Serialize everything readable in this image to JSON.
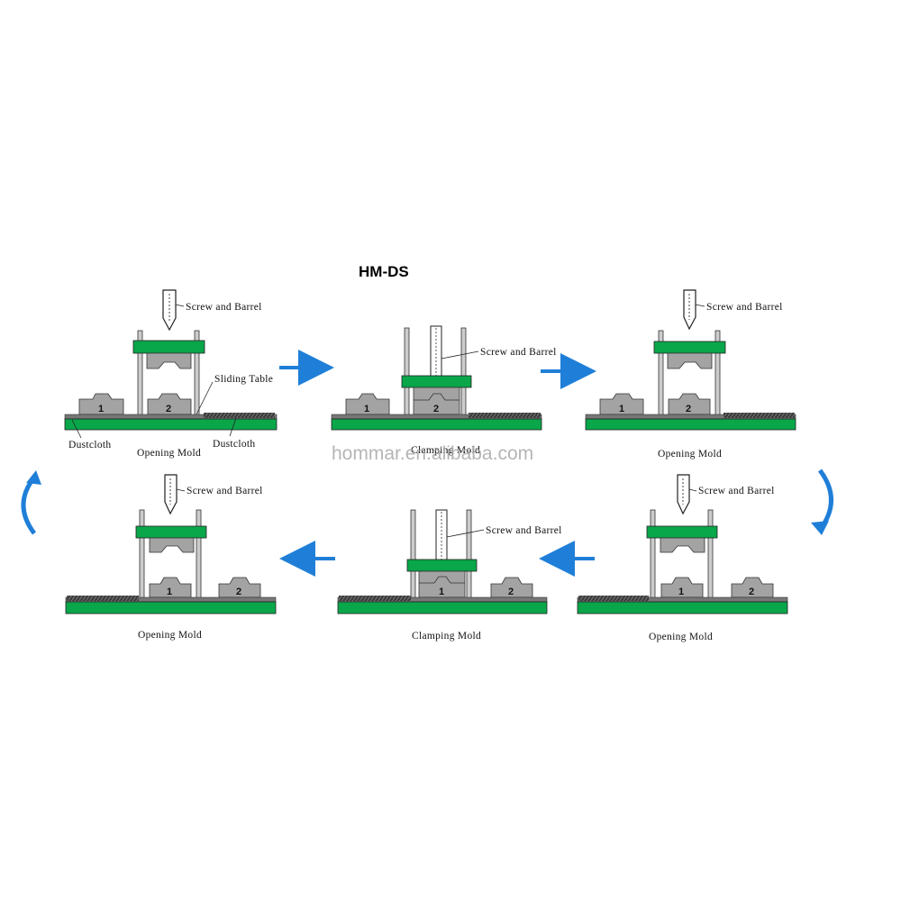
{
  "title": "HM-DS",
  "watermark": "hommar.en.alibaba.com",
  "colors": {
    "green": "#0aa64a",
    "mold_gray": "#a3a3a3",
    "arrow_blue": "#1f7fd8"
  },
  "icons": [
    "screw-and-barrel-icon",
    "arrow-right-icon",
    "arrow-left-icon",
    "curved-arrow-icon"
  ],
  "labels": {
    "screw_barrel": "Screw and Barrel",
    "sliding_table": "Sliding Table",
    "dustcloth": "Dustcloth",
    "opening_mold": "Opening Mold",
    "clamping_mold": "Clamping Mold",
    "mold_1": "1",
    "mold_2": "2"
  }
}
